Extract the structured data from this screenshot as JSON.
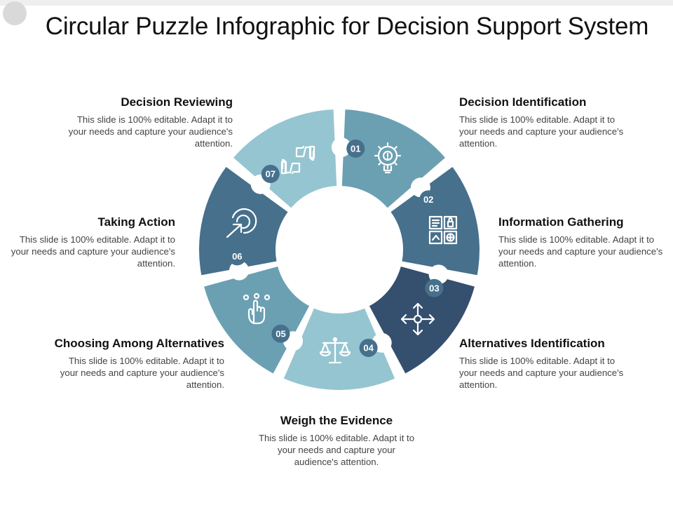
{
  "title": "Circular Puzzle Infographic for Decision Support System",
  "segment_fill": {
    "light": "#95c5d1",
    "mid": "#6ba0b2",
    "dark": "#46708c",
    "navy": "#354f6e",
    "badge": "#46708c"
  },
  "steps": [
    {
      "number": "01",
      "title": "Decision Identification",
      "body": "This slide is 100% editable. Adapt it to your needs and capture your audience's attention.",
      "icon": "lightbulb-gear-icon"
    },
    {
      "number": "02",
      "title": "Information Gathering",
      "body": "This slide is 100% editable. Adapt it to your needs and capture your audience's attention.",
      "icon": "dashboard-report-icon"
    },
    {
      "number": "03",
      "title": "Alternatives Identification",
      "body": "This slide is 100% editable. Adapt it to your needs and capture your audience's attention.",
      "icon": "four-arrows-icon"
    },
    {
      "number": "04",
      "title": "Weigh the Evidence",
      "body": "This slide is 100% editable. Adapt it to your needs and capture your audience's attention.",
      "icon": "balance-scale-icon"
    },
    {
      "number": "05",
      "title": "Choosing Among Alternatives",
      "body": "This slide is 100% editable. Adapt it to your needs and capture your audience's attention.",
      "icon": "hand-pointer-icon"
    },
    {
      "number": "06",
      "title": "Taking Action",
      "body": "This slide is 100% editable. Adapt it to your needs and capture your audience's attention.",
      "icon": "cursor-target-icon"
    },
    {
      "number": "07",
      "title": "Decision Reviewing",
      "body": "This slide is 100% editable. Adapt it to your needs and capture your audience's attention.",
      "icon": "thumbs-up-down-icon"
    }
  ]
}
